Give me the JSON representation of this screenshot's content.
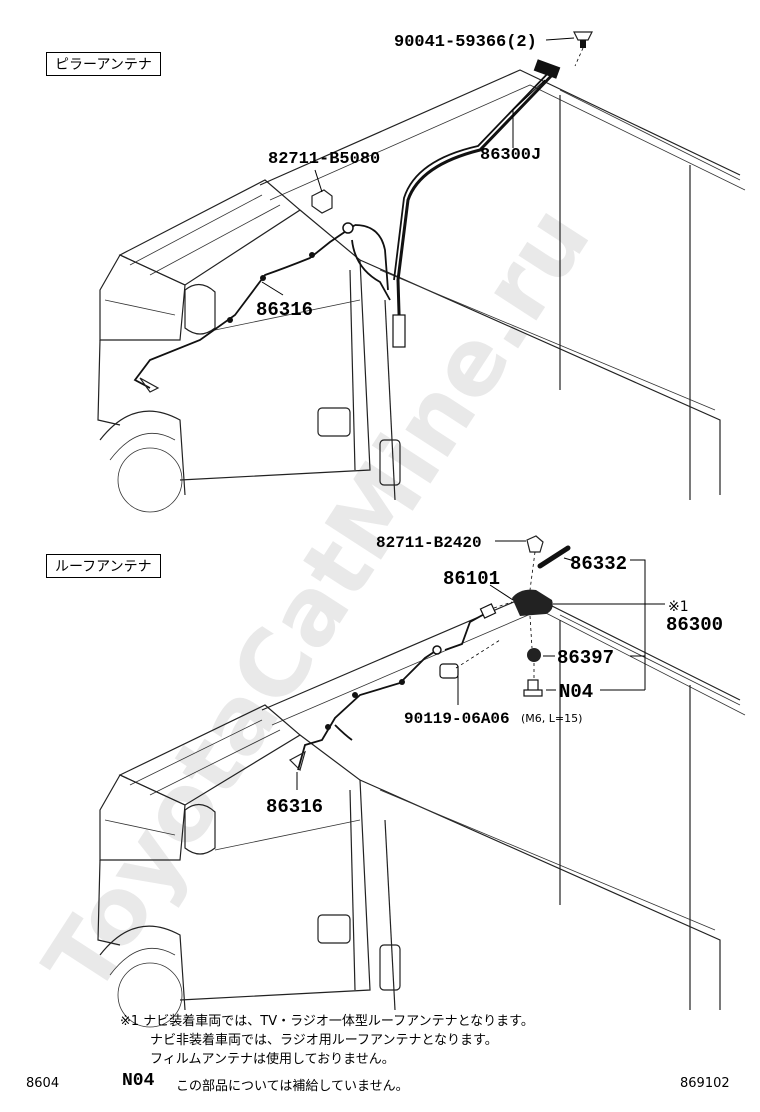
{
  "sections": {
    "pillar": {
      "title": "ピラーアンテナ"
    },
    "roof": {
      "title": "ルーフアンテナ"
    }
  },
  "pillar_parts": {
    "p1": "90041-59366(2)",
    "p2": "86300J",
    "p3": "82711-B5080",
    "p4": "86316"
  },
  "roof_parts": {
    "p1": "82711-B2420",
    "p2": "86332",
    "p3": "86101",
    "p4": "※1",
    "p5": "86300",
    "p6": "86397",
    "p7": "N04",
    "p8": "90119-06A06",
    "p8_spec": "(M6, L=15)",
    "p9": "86316"
  },
  "notes": {
    "line1": "※1  ナビ装着車両では、TV・ラジオ一体型ルーフアンテナとなります。",
    "line2": "ナビ非装着車両では、ラジオ用ルーフアンテナとなります。",
    "line3": "フィルムアンテナは使用しておりません。"
  },
  "footer": {
    "left_code": "8604",
    "n04_symbol": "N04",
    "n04_text": "この部品については補給していません。",
    "right_code": "869102"
  },
  "watermark": "ToyotaCatMine.ru"
}
